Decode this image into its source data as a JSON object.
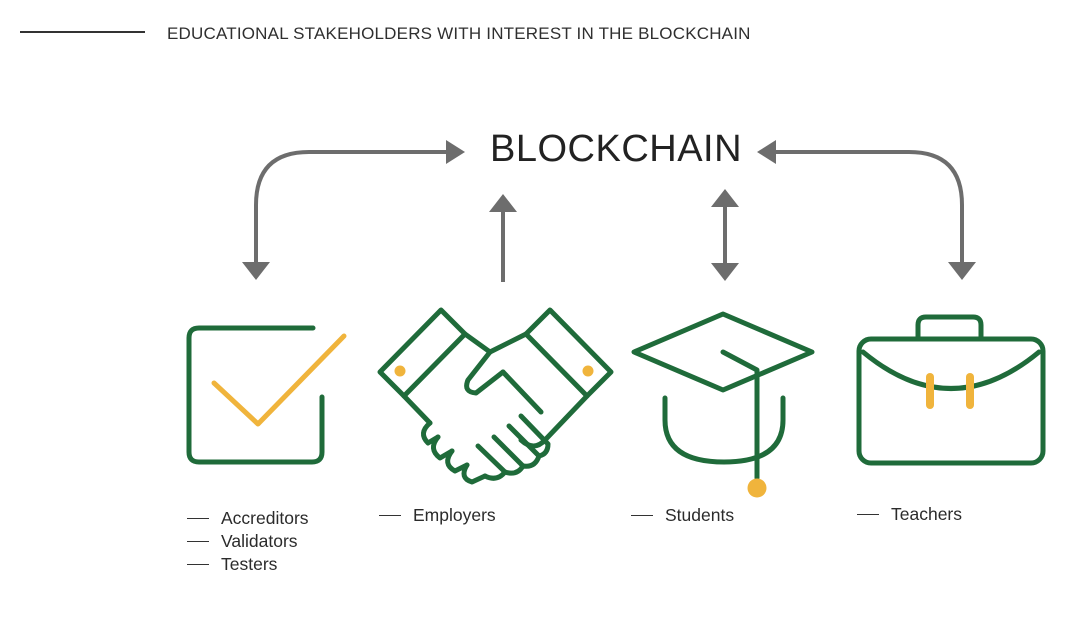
{
  "header": {
    "title": "EDUCATIONAL STAKEHOLDERS WITH INTEREST IN THE BLOCKCHAIN"
  },
  "center": {
    "title": "BLOCKCHAIN"
  },
  "colors": {
    "green": "#1f6b3a",
    "gold": "#f0b43c",
    "arrow": "#6d6d6d"
  },
  "stakeholders": [
    {
      "icon": "checkbox-check-icon",
      "relation": "two-way",
      "labels": [
        "Accreditors",
        "Validators",
        "Testers"
      ]
    },
    {
      "icon": "handshake-icon",
      "relation": "to-blockchain",
      "labels": [
        "Employers"
      ]
    },
    {
      "icon": "graduation-cap-icon",
      "relation": "two-way",
      "labels": [
        "Students"
      ]
    },
    {
      "icon": "briefcase-icon",
      "relation": "two-way",
      "labels": [
        "Teachers"
      ]
    }
  ]
}
